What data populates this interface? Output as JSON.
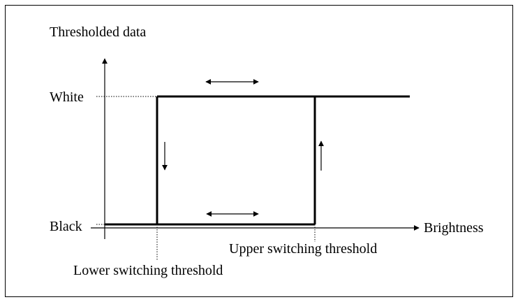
{
  "diagram": {
    "y_axis_label": "Thresholded data",
    "x_axis_label": "Brightness",
    "level_high": "White",
    "level_low": "Black",
    "lower_threshold_label": "Lower switching threshold",
    "upper_threshold_label": "Upper switching threshold"
  }
}
